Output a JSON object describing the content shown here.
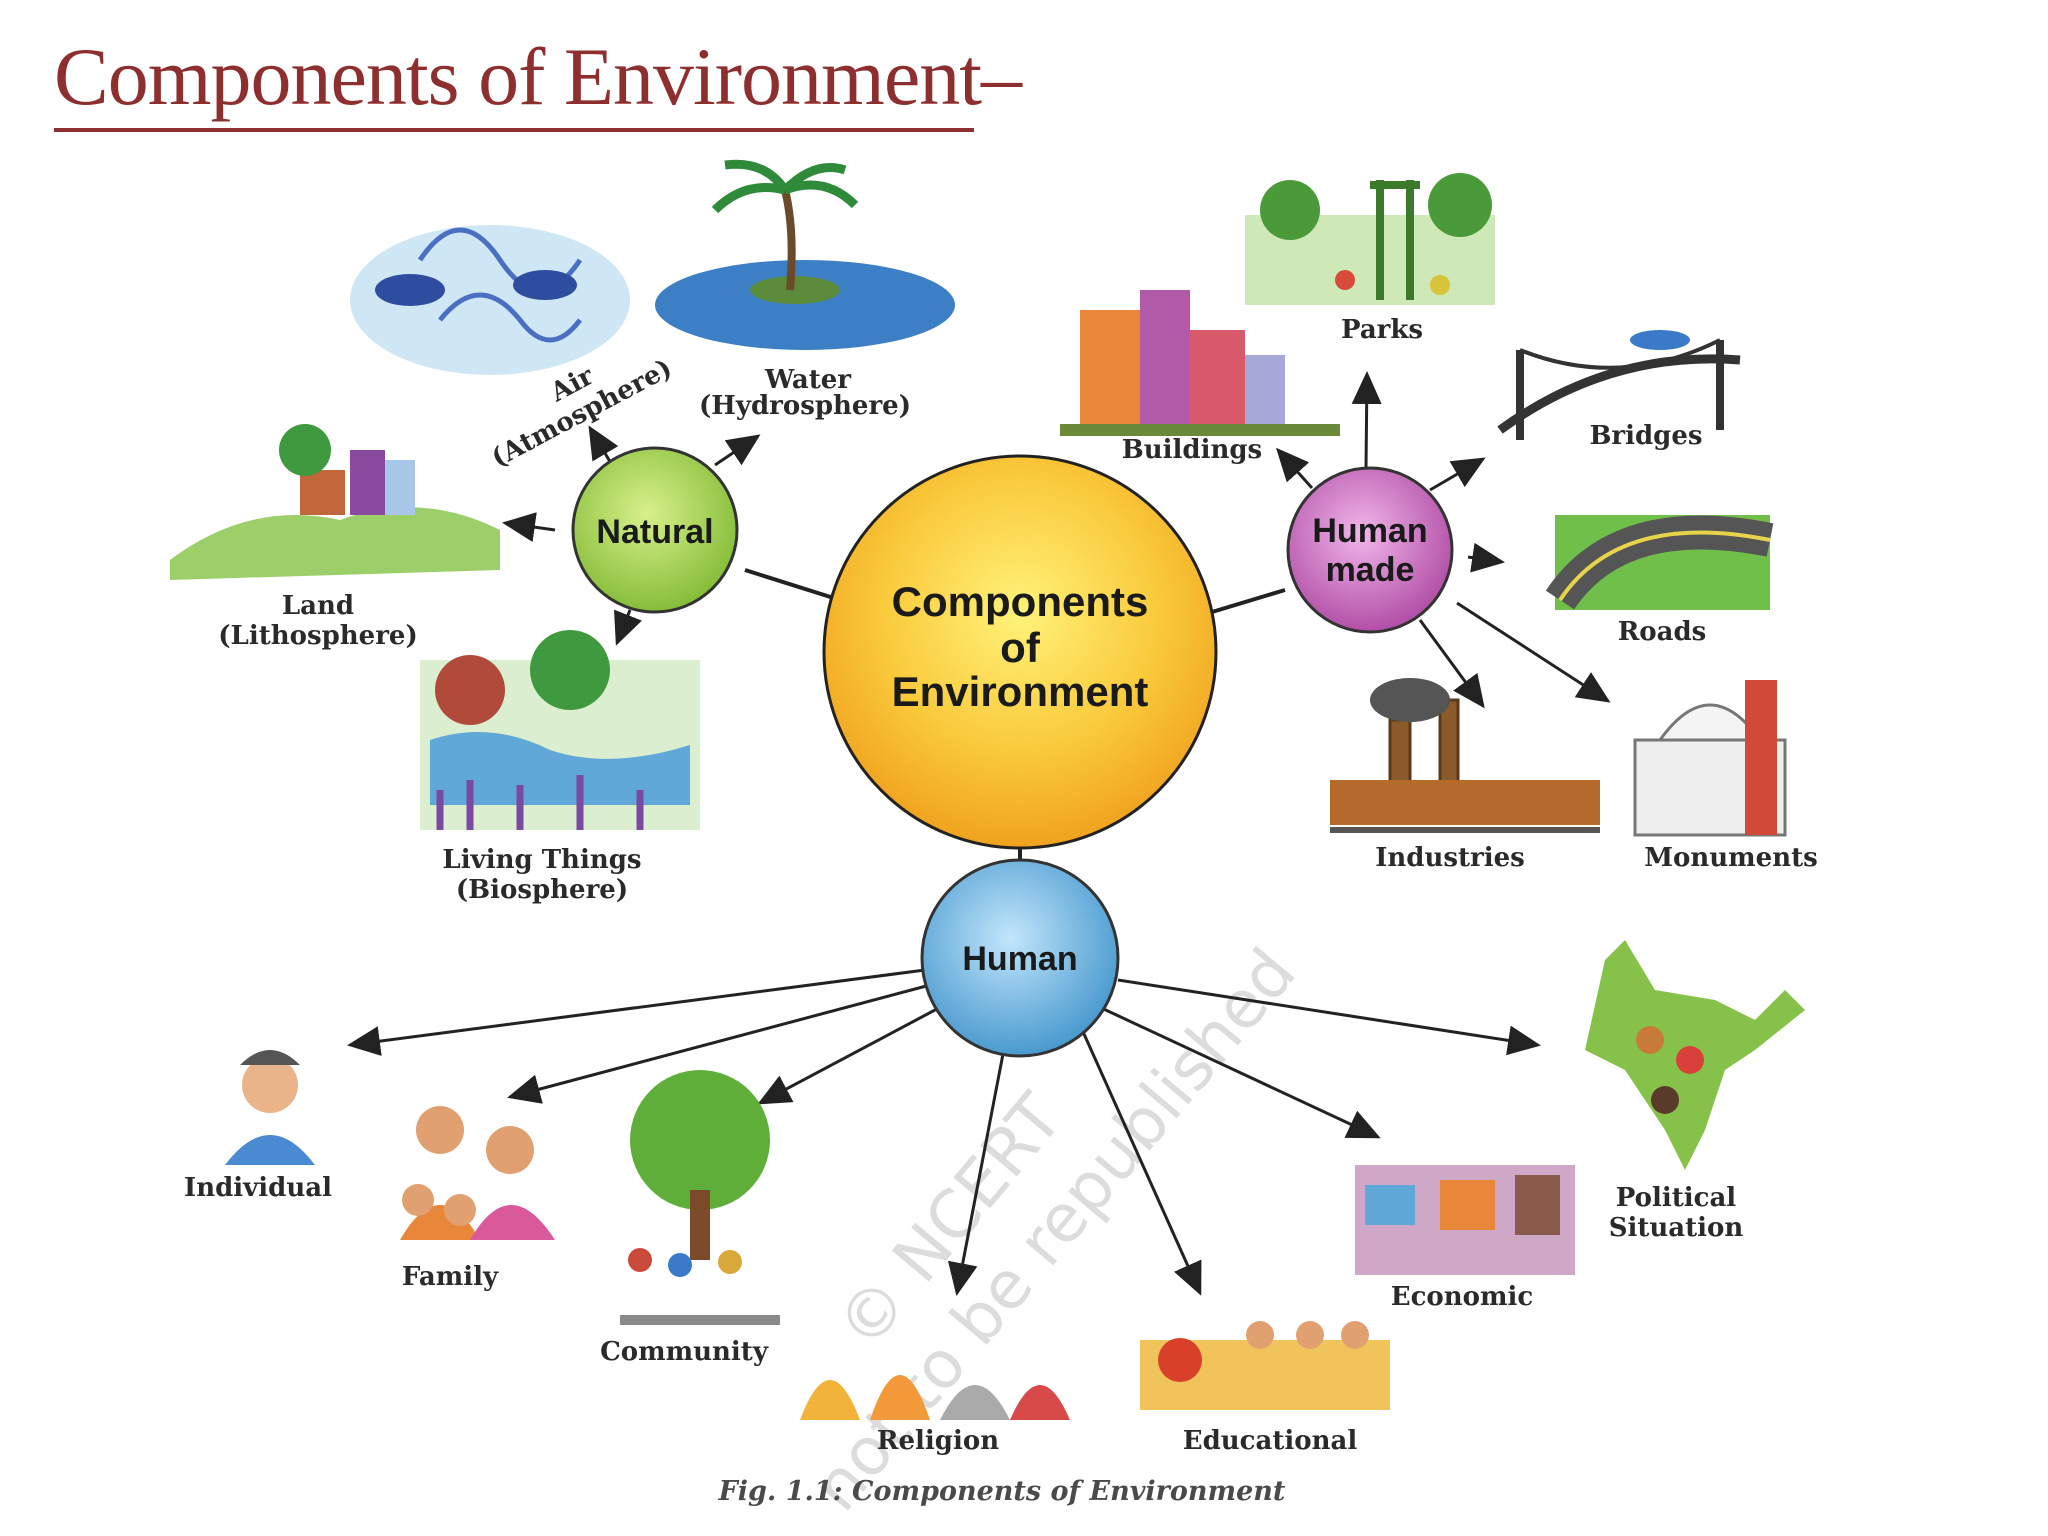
{
  "page": {
    "title": "Components of Environment–"
  },
  "center": {
    "line1": "Components",
    "line2": "of",
    "line3": "Environment"
  },
  "natural": {
    "hub": "Natural",
    "air": {
      "line1": "Air",
      "line2": "(Atmosphere)"
    },
    "water": {
      "line1": "Water",
      "line2": "(Hydrosphere)"
    },
    "land": {
      "line1": "Land",
      "line2": "(Lithosphere)"
    },
    "living": {
      "line1": "Living Things",
      "line2": "(Biosphere)"
    }
  },
  "human_made": {
    "hub_line1": "Human",
    "hub_line2": "made",
    "parks": "Parks",
    "buildings": "Buildings",
    "bridges": "Bridges",
    "roads": "Roads",
    "industries": "Industries",
    "monuments": "Monuments"
  },
  "human": {
    "hub": "Human",
    "individual": "Individual",
    "family": "Family",
    "community": "Community",
    "religion": "Religion",
    "educational": "Educational",
    "economic": "Economic",
    "political_line1": "Political",
    "political_line2": "Situation"
  },
  "watermark": {
    "line1": "© NCERT",
    "line2": "not to be republished"
  },
  "caption": "Fig. 1.1: Components of Environment",
  "colors": {
    "title": "#8e2f2f",
    "natural_hub": "#9fcf4a",
    "human_made_hub": "#c766b8",
    "human_hub": "#5aa8d8",
    "center": "#f6b52a"
  }
}
